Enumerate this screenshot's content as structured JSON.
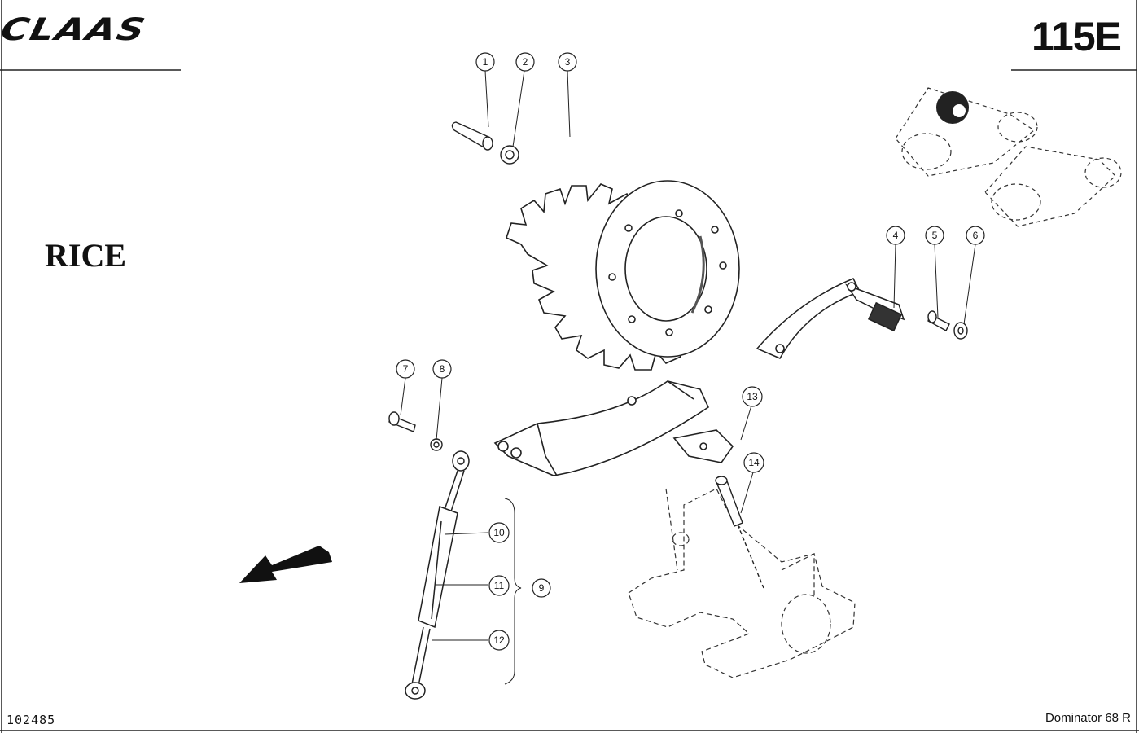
{
  "header": {
    "brand": "CLAAS",
    "page_code": "115E"
  },
  "section_label": "RICE",
  "footer": {
    "document_number": "102485",
    "model": "Dominator 68 R"
  },
  "callouts": [
    "1",
    "2",
    "3",
    "4",
    "5",
    "6",
    "7",
    "8",
    "9",
    "10",
    "11",
    "12",
    "13",
    "14"
  ],
  "colors": {
    "ink": "#111111",
    "paper": "#ffffff"
  }
}
